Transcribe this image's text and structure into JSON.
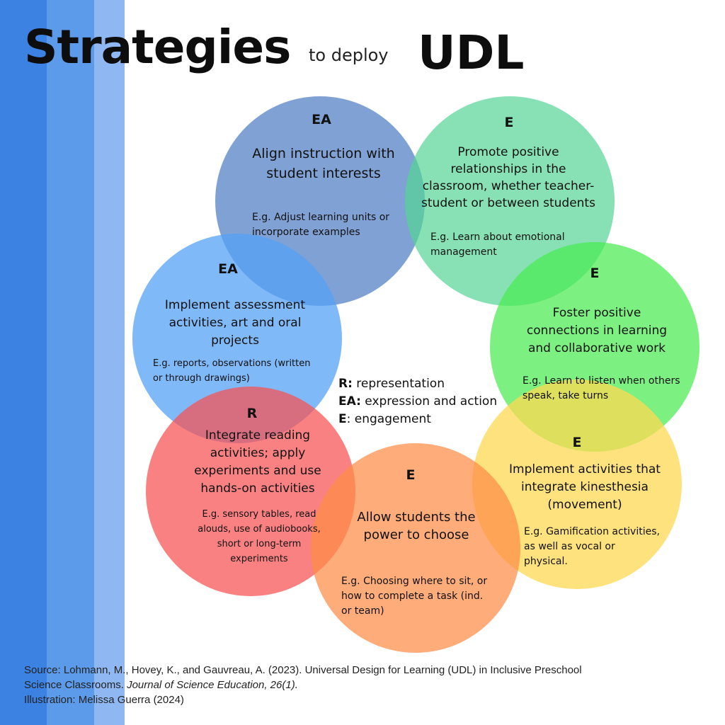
{
  "title": {
    "main": "Strategies",
    "middle": "to deploy",
    "end": "UDL"
  },
  "colors": {
    "stripes": [
      "#3b82e3",
      "#5c9aea",
      "#8fb8f2"
    ],
    "circles": {
      "align": "#5c87c8",
      "promote": "#54d496",
      "assess": "#54a2f6",
      "foster": "#4aec50",
      "reading": "#f85052",
      "kinesthesia": "#fdd852",
      "choose": "#fe8c46"
    }
  },
  "circles": {
    "align": {
      "tag": "EA",
      "heading": [
        "Align instruction with",
        "student interests"
      ],
      "example": [
        "E.g. Adjust learning units or",
        "incorporate examples"
      ]
    },
    "promote": {
      "tag": "E",
      "heading": [
        "Promote positive",
        "relationships in the",
        "classroom, whether teacher-",
        "student or between students"
      ],
      "example": [
        "E.g. Learn about emotional",
        "management"
      ]
    },
    "assess": {
      "tag": "EA",
      "heading": [
        "Implement assessment",
        "activities, art and oral",
        "projects"
      ],
      "example": [
        "E.g. reports, observations (written",
        "or through drawings)"
      ]
    },
    "foster": {
      "tag": "E",
      "heading": [
        "Foster positive",
        "connections in learning",
        "and collaborative work"
      ],
      "example": [
        "E.g. Learn to listen when others",
        "speak, take turns"
      ]
    },
    "reading": {
      "tag": "R",
      "heading": [
        "Integrate reading",
        "activities; apply",
        "experiments and use",
        "hands-on activities"
      ],
      "example": [
        "E.g. sensory tables, read",
        "alouds, use of audiobooks,",
        "short or long-term",
        "experiments"
      ]
    },
    "kinesthesia": {
      "tag": "E",
      "heading": [
        "Implement activities that",
        "integrate kinesthesia",
        "(movement)"
      ],
      "example": [
        "E.g. Gamification activities,",
        "as well as vocal or",
        "physical."
      ]
    },
    "choose": {
      "tag": "E",
      "heading": [
        "Allow students the",
        "power to choose"
      ],
      "example": [
        "E.g. Choosing where to sit, or",
        "how to complete a task (ind.",
        "or team)"
      ]
    }
  },
  "legend": [
    {
      "key": "R:",
      "text": " representation"
    },
    {
      "key": "EA:",
      "text": " expression and action"
    },
    {
      "key": "E",
      "text": ": engagement"
    }
  ],
  "footer": {
    "source_a": "Source: Lohmann, M., Hovey, K., and Gauvreau, A. (2023). Universal Design for Learning (UDL) in Inclusive Preschool",
    "source_b": "Science Classrooms. ",
    "source_journal": "Journal of Science Education, 26(1).",
    "illustration": "Illustration: Melissa Guerra (2024)"
  }
}
